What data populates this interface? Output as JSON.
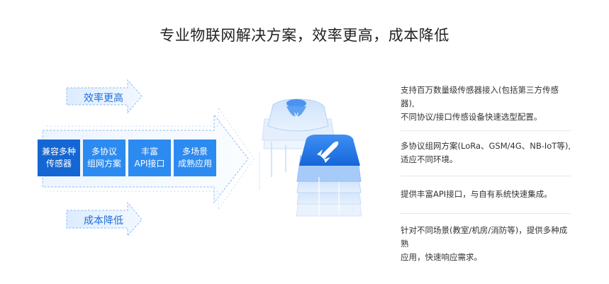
{
  "title": "专业物联网解决方案，效率更高，成本降低",
  "diagram": {
    "top_label": "效率更高",
    "bottom_label": "成本降低",
    "features": [
      {
        "line1": "兼容多种",
        "line2": "传感器"
      },
      {
        "line1": "多协议",
        "line2": "组网方案"
      },
      {
        "line1": "丰富",
        "line2": "API接口"
      },
      {
        "line1": "多场景",
        "line2": "成熟应用"
      }
    ],
    "bag_icon_symbol": "¥",
    "icons": [
      "money-bag-icon",
      "rocket-icon"
    ],
    "colors": {
      "primary": "#1466d2",
      "accent": "#2c8bf0",
      "light": "#dcecff"
    }
  },
  "advantages": [
    {
      "line1": "支持百万数量级传感器接入(包括第三方传感器),",
      "line2": "不同协议/接口传感设备快速选型配置。"
    },
    {
      "line1": "多协议组网方案(LoRa、GSM/4G、NB-IoT等),",
      "line2": "适应不同环境。"
    },
    {
      "line1": "提供丰富API接口，与自有系统快速集成。",
      "line2": ""
    },
    {
      "line1": "针对不同场景(教室/机房/消防等)，提供多种成熟",
      "line2": "应用，快速响应需求。"
    }
  ]
}
